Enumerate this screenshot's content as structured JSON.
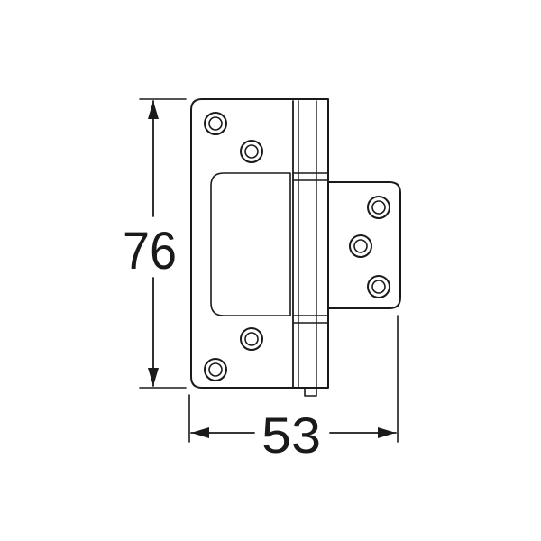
{
  "drawing": {
    "height_dimension": "76",
    "width_dimension": "53"
  },
  "colors": {
    "stroke": "#1a1a1a",
    "background": "#ffffff"
  },
  "parts": {
    "screw_holes_left_leaf": 4,
    "screw_holes_right_leaf": 3
  }
}
